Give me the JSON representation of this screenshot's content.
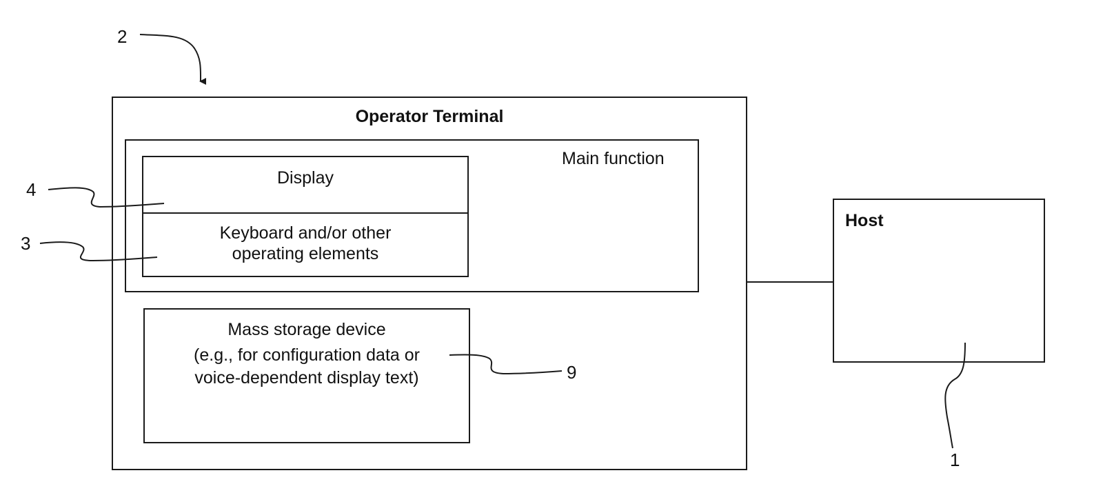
{
  "operator_terminal": {
    "title": "Operator Terminal",
    "main_function": {
      "label": "Main function",
      "display": {
        "label": "Display"
      },
      "keyboard": {
        "label_line1": "Keyboard and/or other",
        "label_line2": "operating elements"
      }
    },
    "mass_storage": {
      "label": "Mass storage device",
      "desc_line1": "(e.g., for configuration data or",
      "desc_line2": "voice-dependent display text)"
    }
  },
  "host": {
    "label": "Host"
  },
  "reference_numerals": {
    "terminal": "2",
    "keyboard": "3",
    "display": "4",
    "mass_storage": "9",
    "host": "1"
  }
}
